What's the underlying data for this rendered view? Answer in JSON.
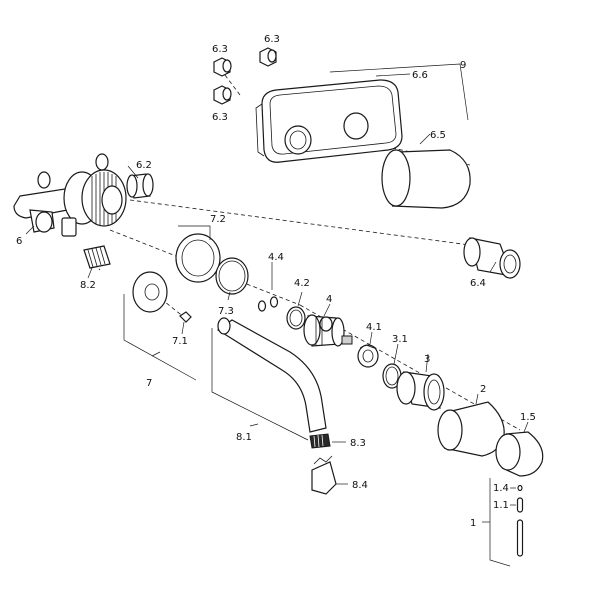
{
  "diagram": {
    "labels": {
      "l6_3_a": "6.3",
      "l6_3_b": "6.3",
      "l6_3_c": "6.3",
      "l9": "9",
      "l6_6": "6.6",
      "l6_5": "6.5",
      "l6_2": "6.2",
      "l6": "6",
      "l7_2": "7.2",
      "l8_2": "8.2",
      "l4_4": "4.4",
      "l7_3": "7.3",
      "l6_4": "6.4",
      "l4_2": "4.2",
      "l4": "4",
      "l7_1": "7.1",
      "l4_1": "4.1",
      "l3_1": "3.1",
      "l3": "3",
      "l7": "7",
      "l2": "2",
      "l1_5": "1.5",
      "l8_1": "8.1",
      "l8_3": "8.3",
      "l8_4": "8.4",
      "l1_4": "1.4",
      "l1_1": "1.1",
      "l1": "1"
    }
  }
}
